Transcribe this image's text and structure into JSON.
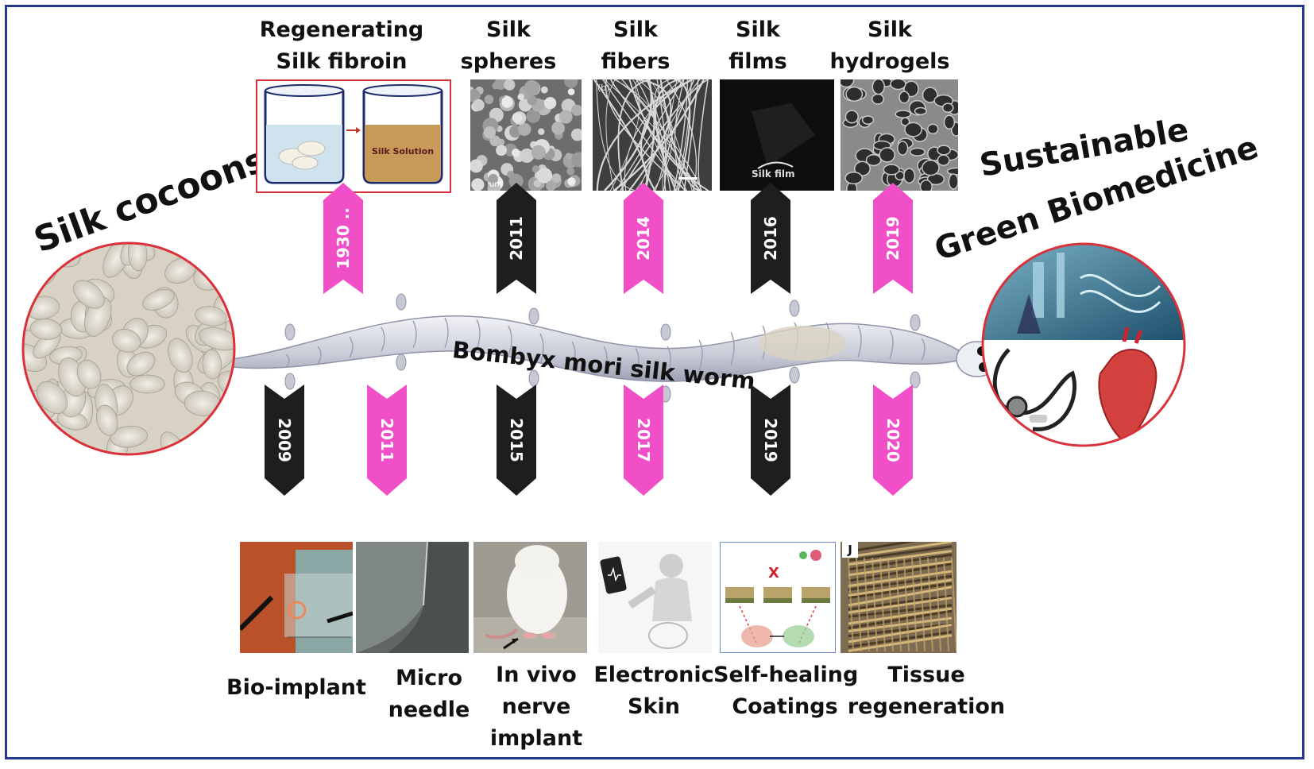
{
  "left": {
    "title": "Silk cocoons"
  },
  "right": {
    "title_line1": "Sustainable",
    "title_line2": "Green Biomedicine"
  },
  "worm": {
    "label": "Bombyx mori silk worm"
  },
  "top": {
    "fibroin": {
      "line1": "Regenerating",
      "line2": "Silk fibroin",
      "inset_text": "Silk Solution"
    },
    "spheres": {
      "line1": "Silk",
      "line2": "spheres",
      "inset_text": "um"
    },
    "fibers": {
      "line1": "Silk",
      "line2": "fibers",
      "inset_text": "(b)"
    },
    "films": {
      "line1": "Silk",
      "line2": "films",
      "inset_text": "Silk film"
    },
    "hydrogels": {
      "line1": "Silk",
      "line2": "hydrogels"
    }
  },
  "top_years": [
    "1930 ..",
    "2011",
    "2014",
    "2016",
    "2019"
  ],
  "bottom_years": [
    "2009",
    "2011",
    "2015",
    "2017",
    "2019",
    "2020"
  ],
  "bottom": {
    "bioimplant": {
      "line1": "Bio-implant"
    },
    "microneedle": {
      "line1": "Micro",
      "line2": "needle"
    },
    "nerve": {
      "line1": "In vivo",
      "line2": "nerve",
      "line3": "implant"
    },
    "eskin": {
      "line1": "Electronic",
      "line2": "Skin"
    },
    "coatings": {
      "line1": "Self-healing",
      "line2": "Coatings"
    },
    "tissue": {
      "line1": "Tissue",
      "line2": "regeneration",
      "inset_text": "J"
    }
  },
  "colors": {
    "frame": "#243a8c",
    "pink": "#f04fc8",
    "black": "#1e1e1e",
    "red": "#d9323a"
  }
}
